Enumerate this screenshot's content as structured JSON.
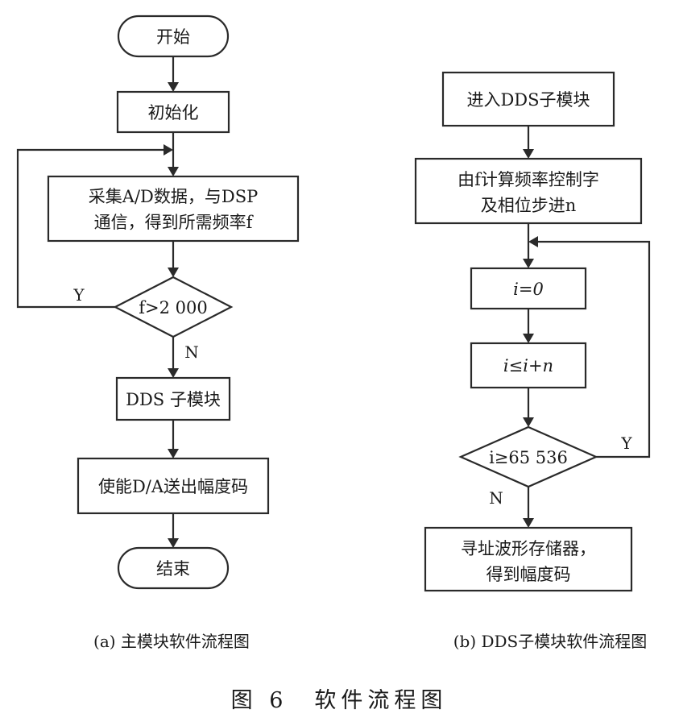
{
  "left_flow": {
    "start": "开始",
    "init": "初始化",
    "collect_line1": "采集A/D数据，与DSP",
    "collect_line2": "通信，得到所需频率f",
    "decision": "f>2 000",
    "yes_label": "Y",
    "no_label": "N",
    "dds": "DDS 子模块",
    "enable": "使能D/A送出幅度码",
    "end": "结束",
    "caption": "(a) 主模块软件流程图"
  },
  "right_flow": {
    "enter": "进入DDS子模块",
    "calc_line1": "由f计算频率控制字",
    "calc_line2": "及相位步进n",
    "init_i": "i=0",
    "update_i": "i≤i+n",
    "decision": "i≥65 536",
    "yes_label": "Y",
    "no_label": "N",
    "lookup_line1": "寻址波形存储器，",
    "lookup_line2": "得到幅度码",
    "caption": "(b) DDS子模块软件流程图"
  },
  "figure_title": "图 6　软件流程图"
}
